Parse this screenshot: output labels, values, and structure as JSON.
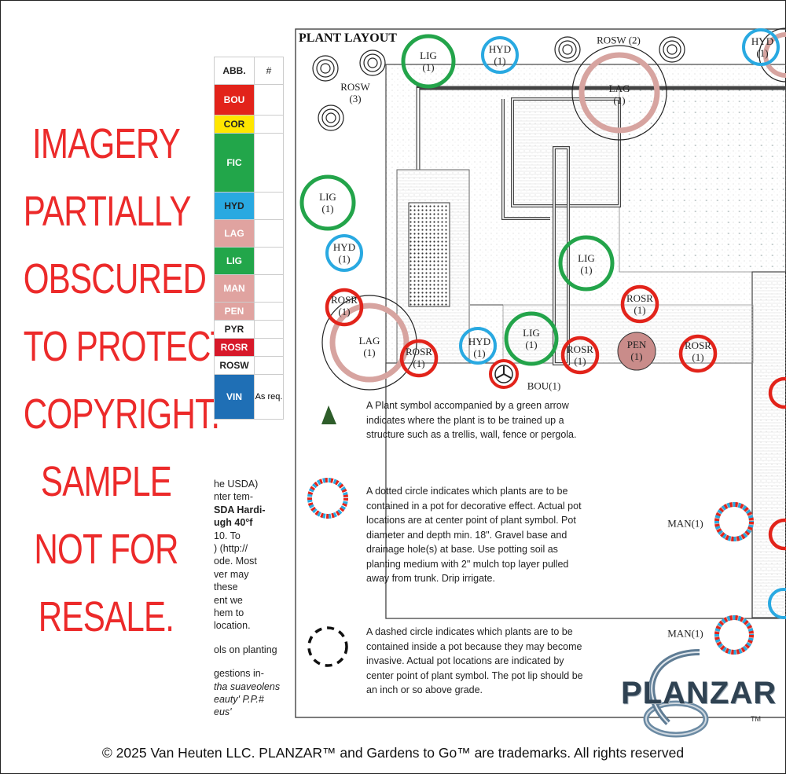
{
  "watermark": {
    "lines": [
      "IMAGERY",
      "PARTIALLY",
      "OBSCURED",
      "TO PROTECT",
      "COPYRIGHT.",
      "SAMPLE",
      "NOT FOR",
      "RESALE."
    ]
  },
  "legend": {
    "header_abb": "ABB.",
    "header_num": "#",
    "rows": [
      {
        "abb": "BOU",
        "num": "",
        "color": "#e2231a",
        "text_color": "#ffffff"
      },
      {
        "abb": "COR",
        "num": "",
        "color": "#ffe600",
        "text_color": "#222222"
      },
      {
        "abb": "FIC",
        "num": "",
        "color": "#22a64a",
        "text_color": "#ffffff"
      },
      {
        "abb": "HYD",
        "num": "",
        "color": "#29a9e1",
        "text_color": "#222222"
      },
      {
        "abb": "LAG",
        "num": "",
        "color": "#e0a3a0",
        "text_color": "#ffffff"
      },
      {
        "abb": "LIG",
        "num": "",
        "color": "#22a64a",
        "text_color": "#ffffff"
      },
      {
        "abb": "MAN",
        "num": "",
        "color": "#e0a3a0",
        "text_color": "#ffffff"
      },
      {
        "abb": "PEN",
        "num": "",
        "color": "#e0a3a0",
        "text_color": "#ffffff"
      },
      {
        "abb": "PYR",
        "num": "",
        "color": "#ffffff",
        "text_color": "#222222"
      },
      {
        "abb": "ROSR",
        "num": "",
        "color": "#d7192a",
        "text_color": "#ffffff"
      },
      {
        "abb": "ROSW",
        "num": "",
        "color": "#ffffff",
        "text_color": "#222222"
      },
      {
        "abb": "VIN",
        "num": "As req.",
        "color": "#1f6fb5",
        "text_color": "#ffffff"
      }
    ]
  },
  "cut_text": [
    "he USDA)",
    "nter tem-",
    "SDA Hardi-",
    "ugh 40°f",
    "10. To",
    ") (http://",
    "ode. Most",
    "ver may",
    "these",
    "ent we",
    "hem to",
    "location.",
    "",
    "ols on planting",
    "",
    "gestions in-",
    "tha suaveolens",
    "eauty' P.P.#",
    "eus'"
  ],
  "plan": {
    "title": "PLANT LAYOUT",
    "labels": [
      {
        "id": "rosw-3",
        "text": "ROSW\n(3)"
      },
      {
        "id": "lig-top",
        "text": "LIG\n(1)"
      },
      {
        "id": "hyd-top",
        "text": "HYD\n(1)"
      },
      {
        "id": "rosw-2",
        "text": "ROSW (2)"
      },
      {
        "id": "hyd-tr",
        "text": "HYD\n(1)"
      },
      {
        "id": "lag-top",
        "text": "LAG\n(1)"
      },
      {
        "id": "lig-left",
        "text": "LIG\n(1)"
      },
      {
        "id": "hyd-left",
        "text": "HYD\n(1)"
      },
      {
        "id": "lig-mid",
        "text": "LIG\n(1)"
      },
      {
        "id": "rosr-left",
        "text": "ROSR\n(1)"
      },
      {
        "id": "rosr-mid",
        "text": "ROSR\n(1)"
      },
      {
        "id": "lag-left",
        "text": "LAG\n(1)"
      },
      {
        "id": "rosr-b1",
        "text": "ROSR\n(1)"
      },
      {
        "id": "hyd-mid",
        "text": "HYD\n(1)"
      },
      {
        "id": "lig-low",
        "text": "LIG\n(1)"
      },
      {
        "id": "rosr-b2",
        "text": "ROSR\n(1)"
      },
      {
        "id": "pen",
        "text": "PEN\n(1)"
      },
      {
        "id": "rosr-b3",
        "text": "ROSR\n(1)"
      },
      {
        "id": "bou",
        "text": "BOU(1)"
      },
      {
        "id": "man-1",
        "text": "MAN(1)"
      },
      {
        "id": "man-2",
        "text": "MAN(1)"
      }
    ]
  },
  "notes": [
    "A Plant symbol accompanied by a green arrow indicates where the plant is to be trained up a structure such as a trellis, wall, fence or pergola.",
    "A dotted circle indicates which plants are to be contained in a pot for decorative effect. Actual pot locations  are at center point of plant symbol. Pot diameter and depth min. 18\". Gravel base and drainage hole(s) at base. Use potting soil as planting medium with 2\" mulch top layer pulled away from trunk. Drip irrigate.",
    "A dashed circle indicates which plants are to be contained inside a pot because they may become invasive. Actual pot locations are indicated by center point of plant symbol. The pot lip should be an inch or so above grade."
  ],
  "logo": {
    "word": "PLANZAR",
    "tm": "TM"
  },
  "copyright": "© 2025 Van Heuten LLC. PLANZAR™ and Gardens to Go™ are trademarks. All rights reserved"
}
